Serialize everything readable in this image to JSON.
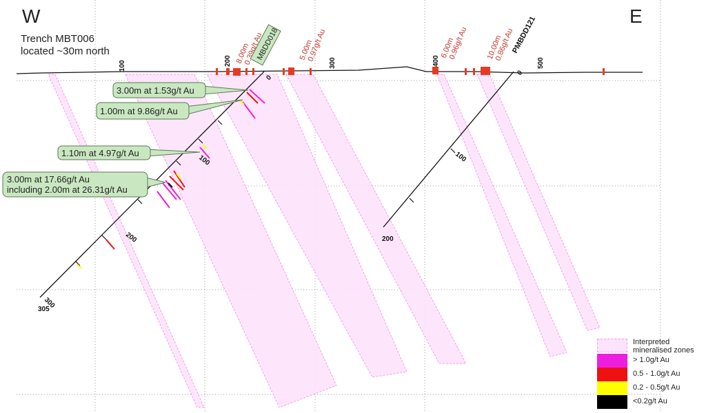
{
  "directions": {
    "west": "W",
    "east": "E"
  },
  "trench_note": {
    "line1": "Trench MBT006",
    "line2": "located ~30m north"
  },
  "section_ticks": [
    "100",
    "200",
    "300",
    "400",
    "500"
  ],
  "holes": [
    {
      "name": "MBDD018",
      "depth_labels": [
        "0",
        "100",
        "200",
        "300",
        "305"
      ]
    },
    {
      "name": "PMBDD121",
      "depth_labels": [
        "0",
        "100",
        "200"
      ]
    }
  ],
  "surface_intercepts": [
    {
      "length": "8.00m",
      "grade": "0.39g/t Au"
    },
    {
      "length": "5.00m",
      "grade": "0.97g/t Au"
    },
    {
      "length": "6.00m",
      "grade": "0.96g/t Au"
    },
    {
      "length": "10.00m",
      "grade": "0.86g/t Au"
    }
  ],
  "callouts": [
    {
      "line1": "3.00m at 1.53g/t Au",
      "line2": ""
    },
    {
      "line1": "1.00m at 9.86g/t Au",
      "line2": ""
    },
    {
      "line1": "1.10m at 4.97g/t Au",
      "line2": ""
    },
    {
      "line1": "3.00m at 17.66g/t Au",
      "line2": "including 2.00m at 26.31g/t Au"
    }
  ],
  "legend": [
    {
      "label": "Interpreted mineralised zones",
      "color": "#fde3fb"
    },
    {
      "label": "> 1.0g/t Au",
      "color": "#ee1ee0"
    },
    {
      "label": "0.5 - 1.0g/t Au",
      "color": "#ee1111"
    },
    {
      "label": "0.2 - 0.5g/t Au",
      "color": "#ffff00"
    },
    {
      "label": "<0.2g/t Au",
      "color": "#000000"
    }
  ],
  "colors": {
    "zone_fill": "#fde3fb",
    "zone_edge": "#f39be9",
    "callout_fill": "#c9e7c1",
    "callout_edge": "#5a7a52",
    "intercept_text": "#c0392b",
    "trench_sample": "#e83a22"
  }
}
